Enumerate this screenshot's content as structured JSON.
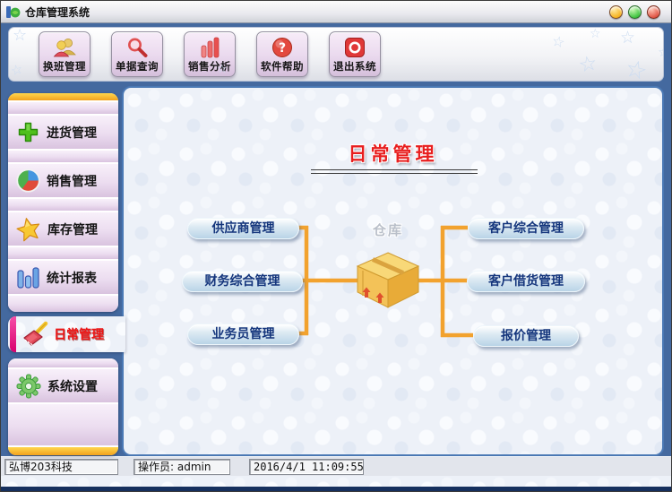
{
  "window": {
    "title": "仓库管理系统",
    "controls": {
      "minimize": "minimize",
      "maximize": "maximize",
      "close": "close"
    }
  },
  "toolbar": {
    "buttons": [
      {
        "label": "换班管理",
        "icon": "users-icon"
      },
      {
        "label": "单据查询",
        "icon": "search-icon"
      },
      {
        "label": "销售分析",
        "icon": "bar-chart-icon"
      },
      {
        "label": "软件帮助",
        "icon": "help-icon"
      },
      {
        "label": "退出系统",
        "icon": "power-icon"
      }
    ]
  },
  "sidebar": {
    "items": [
      {
        "label": "进货管理",
        "icon": "plus-icon",
        "active": false
      },
      {
        "label": "销售管理",
        "icon": "pie-chart-icon",
        "active": false
      },
      {
        "label": "库存管理",
        "icon": "star-icon",
        "active": false
      },
      {
        "label": "统计报表",
        "icon": "stats-icon",
        "active": false
      },
      {
        "label": "日常管理",
        "icon": "brush-icon",
        "active": true
      },
      {
        "label": "系统设置",
        "icon": "gear-icon",
        "active": false
      }
    ]
  },
  "main": {
    "title": "日常管理",
    "center_label": "仓库",
    "left_pills": [
      "供应商管理",
      "财务综合管理",
      "业务员管理"
    ],
    "right_pills": [
      "客户综合管理",
      "客户借货管理",
      "报价管理"
    ]
  },
  "statusbar": {
    "company": "弘博203科技",
    "operator": "操作员: admin",
    "datetime": "2016/4/1 11:09:55"
  },
  "colors": {
    "connector_orange": "#f2a22e",
    "active_magenta": "#e0006e",
    "pill_text_navy": "#14357c",
    "title_red": "#e81e1e"
  }
}
